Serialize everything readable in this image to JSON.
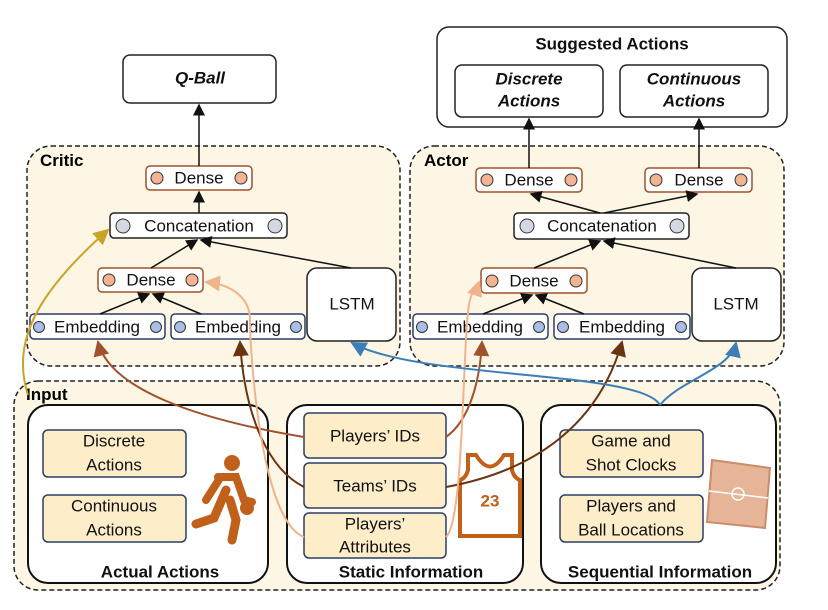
{
  "output": {
    "q_ball": "Q-Ball"
  },
  "suggested": {
    "title": "Suggested Actions",
    "discrete": [
      "Discrete",
      "Actions"
    ],
    "continuous": [
      "Continuous",
      "Actions"
    ]
  },
  "critic": {
    "title": "Critic",
    "dense_top": "Dense",
    "concat": "Concatenation",
    "dense": "Dense",
    "embedding1": "Embedding",
    "embedding2": "Embedding",
    "lstm": "LSTM"
  },
  "actor": {
    "title": "Actor",
    "dense_left": "Dense",
    "dense_right": "Dense",
    "concat": "Concatenation",
    "dense": "Dense",
    "embedding1": "Embedding",
    "embedding2": "Embedding",
    "lstm": "LSTM"
  },
  "input": {
    "title": "Input",
    "actual": {
      "label": "Actual Actions",
      "discrete": [
        "Discrete",
        "Actions"
      ],
      "continuous": [
        "Continuous",
        "Actions"
      ]
    },
    "static": {
      "label": "Static Information",
      "players_ids": "Players’ IDs",
      "teams_ids": "Teams’ IDs",
      "attributes": [
        "Players’",
        "Attributes"
      ],
      "jersey_number": "23"
    },
    "sequential": {
      "label": "Sequential Information",
      "clocks": [
        "Game and",
        "Shot Clocks"
      ],
      "locations": [
        "Players and",
        "Ball Locations"
      ]
    }
  },
  "colors": {
    "dense": "#f4b493",
    "embedding": "#a9bde6",
    "concat": "#d3d8e3",
    "icon": "#c0601a",
    "edge_gold": "#c9a227",
    "edge_blue": "#3b7fb6",
    "edge_brown": "#8b4513",
    "edge_light": "#f0b48c"
  }
}
